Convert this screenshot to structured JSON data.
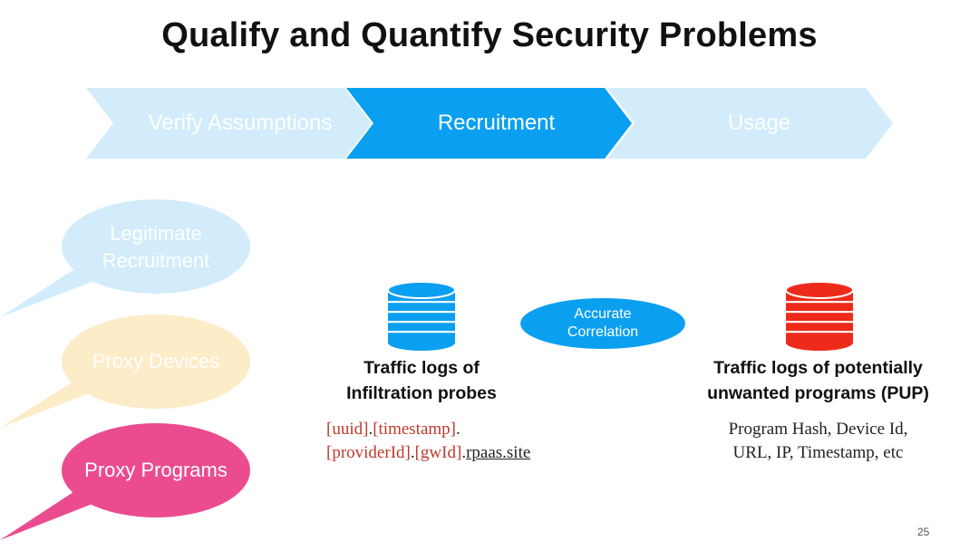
{
  "title": "Qualify and Quantify Security Problems",
  "stages": [
    {
      "label": "Verify Assumptions",
      "color": "#d2ecfb"
    },
    {
      "label": "Recruitment",
      "color": "#0a9ff0"
    },
    {
      "label": "Usage",
      "color": "#d2ecfb"
    }
  ],
  "bubbles": [
    {
      "label_line1": "Legitimate",
      "label_line2": "Recruitment",
      "color": "#d2ecfb"
    },
    {
      "label": "Proxy Devices",
      "color": "#fdecc8"
    },
    {
      "label": "Proxy Programs",
      "color": "#ea4c8f"
    }
  ],
  "left_db": {
    "color": "#0a9ff0",
    "caption_line1": "Traffic logs of",
    "caption_line2": "Infiltration probes",
    "detail": {
      "uuid": "[uuid]",
      "dot1": ".",
      "timestamp": "[timestamp]",
      "dot2": ".",
      "providerId": "[providerId]",
      "dot3": ".",
      "gwId": "[gwId]",
      "dot4": ".",
      "domain": "rpaas.site"
    }
  },
  "correlation": {
    "line1": "Accurate",
    "line2": "Correlation",
    "color": "#0b9ff0"
  },
  "right_db": {
    "color": "#ee2a1b",
    "caption_line1": "Traffic logs of potentially",
    "caption_line2": "unwanted programs (PUP)",
    "detail_line1": "Program Hash, Device Id,",
    "detail_line2": "URL,  IP, Timestamp, etc"
  },
  "page_number": "25"
}
